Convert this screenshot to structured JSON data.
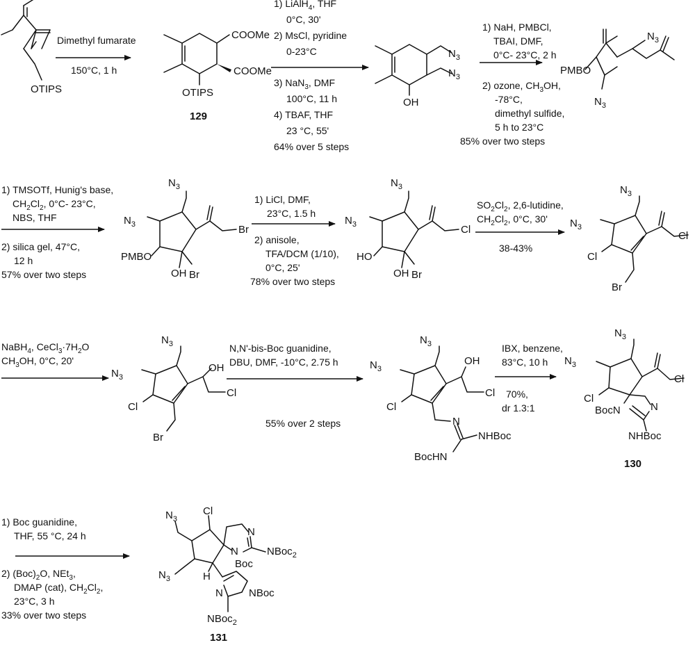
{
  "structures": {
    "diene": {
      "otips": "OTIPS"
    },
    "c129": {
      "coome_top": "COOMe",
      "coome_bottom": "COOMe",
      "otips": "OTIPS",
      "label": "129"
    },
    "diol_azide": {
      "n3_top": "N",
      "n3_top_sub": "3",
      "n3_mid": "N",
      "n3_mid_sub": "3",
      "oh": "OH"
    },
    "diketone": {
      "pmbo": "PMBO",
      "n3_top": "N",
      "n3_top_sub": "3",
      "n3_bottom": "N",
      "n3_bottom_sub": "3"
    },
    "bromoketone": {
      "n3_top": "N",
      "n3_top_sub": "3",
      "n3_left": "N",
      "n3_left_sub": "3",
      "pmbo": "PMBO",
      "oh": "OH",
      "br_side": "Br",
      "br_tail": "Br"
    },
    "chloroketone_diol": {
      "n3_top": "N",
      "n3_top_sub": "3",
      "n3_left": "N",
      "n3_left_sub": "3",
      "ho_left": "HO",
      "oh": "OH",
      "br": "Br",
      "cl": "Cl"
    },
    "enone": {
      "n3_top": "N",
      "n3_top_sub": "3",
      "n3_left": "N",
      "n3_left_sub": "3",
      "cl_ring": "Cl",
      "cl_tail": "Cl",
      "br": "Br"
    },
    "allyl_alcohol": {
      "n3_top": "N",
      "n3_top_sub": "3",
      "n3_left": "N",
      "n3_left_sub": "3",
      "cl_ring": "Cl",
      "oh": "OH",
      "cl_tail": "Cl",
      "br": "Br"
    },
    "guanidine": {
      "n3_top": "N",
      "n3_top_sub": "3",
      "n3_left": "N",
      "n3_left_sub": "3",
      "oh": "OH",
      "cl_ring": "Cl",
      "cl_tail": "Cl",
      "n_imine": "N",
      "nhboc": "NHBoc",
      "bochn": "BocHN"
    },
    "c130": {
      "n3_top": "N",
      "n3_top_sub": "3",
      "n3_left": "N",
      "n3_left_sub": "3",
      "cl_ring": "Cl",
      "cl_tail": "Cl",
      "bocn": "BocN",
      "n_ring": "N",
      "nhboc": "NHBoc",
      "label": "130"
    },
    "c131": {
      "n3_top": "N",
      "n3_top_sub": "3",
      "n3_bottom": "N",
      "n3_bottom_sub": "3",
      "cl": "Cl",
      "n_upper": "N",
      "nboc2_upper": "NBoc",
      "nboc2_upper_sub": "2",
      "n_boc": "N",
      "boc": "Boc",
      "h": "H",
      "n_lower": "N",
      "nboc_lower": "NBoc",
      "nboc2_lower": "NBoc",
      "nboc2_lower_sub": "2",
      "label": "131"
    }
  },
  "steps": [
    {
      "id": "step1",
      "above": [
        "Dimethyl fumarate"
      ],
      "below": [
        "150°C, 1 h"
      ]
    },
    {
      "id": "step2",
      "above": [
        {
          "t": "1) LiAlH",
          "sub": "4",
          "tail": ", THF"
        },
        {
          "t": "0°C, 30'"
        },
        {
          "t": "2) MsCl, pyridine"
        },
        {
          "t": "0-23°C"
        }
      ],
      "below": [
        {
          "t": "3) NaN",
          "sub": "3",
          "tail": ", DMF"
        },
        {
          "t": "100°C, 11 h"
        },
        {
          "t": "4) TBAF, THF"
        },
        {
          "t": "23 °C, 55'"
        },
        {
          "t": "64% over 5 steps"
        }
      ]
    },
    {
      "id": "step3",
      "above": [
        {
          "t": "1) NaH, PMBCl,"
        },
        {
          "t": "TBAI, DMF,"
        },
        {
          "t": "0°C- 23°C, 2 h"
        }
      ],
      "below": [
        {
          "t": "2) ozone, CH",
          "sub": "3",
          "tail": "OH,"
        },
        {
          "t": "-78°C,"
        },
        {
          "t": "dimethyl sulfide,"
        },
        {
          "t": "5 h to 23°C"
        },
        {
          "t": "85% over two steps"
        }
      ]
    },
    {
      "id": "step4",
      "above": [
        {
          "t": "1) TMSOTf, Hunig's base,"
        },
        {
          "t": "CH",
          "sub": "2",
          "t2": "Cl",
          "sub2": "2",
          "tail": ", 0°C- 23°C,"
        },
        {
          "t": "NBS, THF"
        }
      ],
      "below": [
        {
          "t": "2) silica gel, 47°C,"
        },
        {
          "t": "12 h"
        },
        {
          "t": "57% over two steps"
        }
      ]
    },
    {
      "id": "step5",
      "above": [
        {
          "t": "1) LiCl, DMF,"
        },
        {
          "t": "23°C, 1.5 h"
        }
      ],
      "below": [
        {
          "t": "2) anisole,"
        },
        {
          "t": "TFA/DCM (1/10),"
        },
        {
          "t": "0°C, 25'"
        },
        {
          "t": "78% over two steps"
        }
      ]
    },
    {
      "id": "step6",
      "above": [
        {
          "t": "SO",
          "sub": "2",
          "t2": "Cl",
          "sub2": "2",
          "tail": ", 2,6-lutidine,"
        },
        {
          "t": "CH",
          "sub": "2",
          "t2": "Cl",
          "sub2": "2",
          "tail": ", 0°C, 30'"
        }
      ],
      "below": [
        {
          "t": "38-43%"
        }
      ]
    },
    {
      "id": "step7",
      "above": [
        {
          "t": "NaBH",
          "sub": "4",
          "tail": ", CeCl",
          "sub2": "3",
          "tail2": "·7H",
          "sub3": "2",
          "tail3": "O"
        },
        {
          "t": "CH",
          "sub": "3",
          "tail": "OH, 0°C, 20'"
        }
      ],
      "below": []
    },
    {
      "id": "step8",
      "above": [
        {
          "t": "N,N'-bis-Boc guanidine,"
        },
        {
          "t": "DBU, DMF, -10°C, 2.75 h"
        }
      ],
      "below": [
        {
          "t": "55% over 2 steps"
        }
      ]
    },
    {
      "id": "step9",
      "above": [
        {
          "t": "IBX, benzene,"
        },
        {
          "t": "83°C, 10 h"
        }
      ],
      "below": [
        {
          "t": "70%,"
        },
        {
          "t": "dr 1.3:1"
        }
      ]
    },
    {
      "id": "step10",
      "above": [
        {
          "t": "1) Boc guanidine,"
        },
        {
          "t": "THF, 55 °C, 24 h"
        }
      ],
      "below": [
        {
          "t": "2) (Boc)",
          "sub": "2",
          "tail": "O, NEt",
          "sub2": "3",
          "tail2": ","
        },
        {
          "t": "DMAP (cat), CH",
          "sub": "2",
          "t2": "Cl",
          "sub2": "2",
          "tail": ","
        },
        {
          "t": "23°C, 3 h"
        },
        {
          "t": "33% over two steps"
        }
      ]
    }
  ]
}
